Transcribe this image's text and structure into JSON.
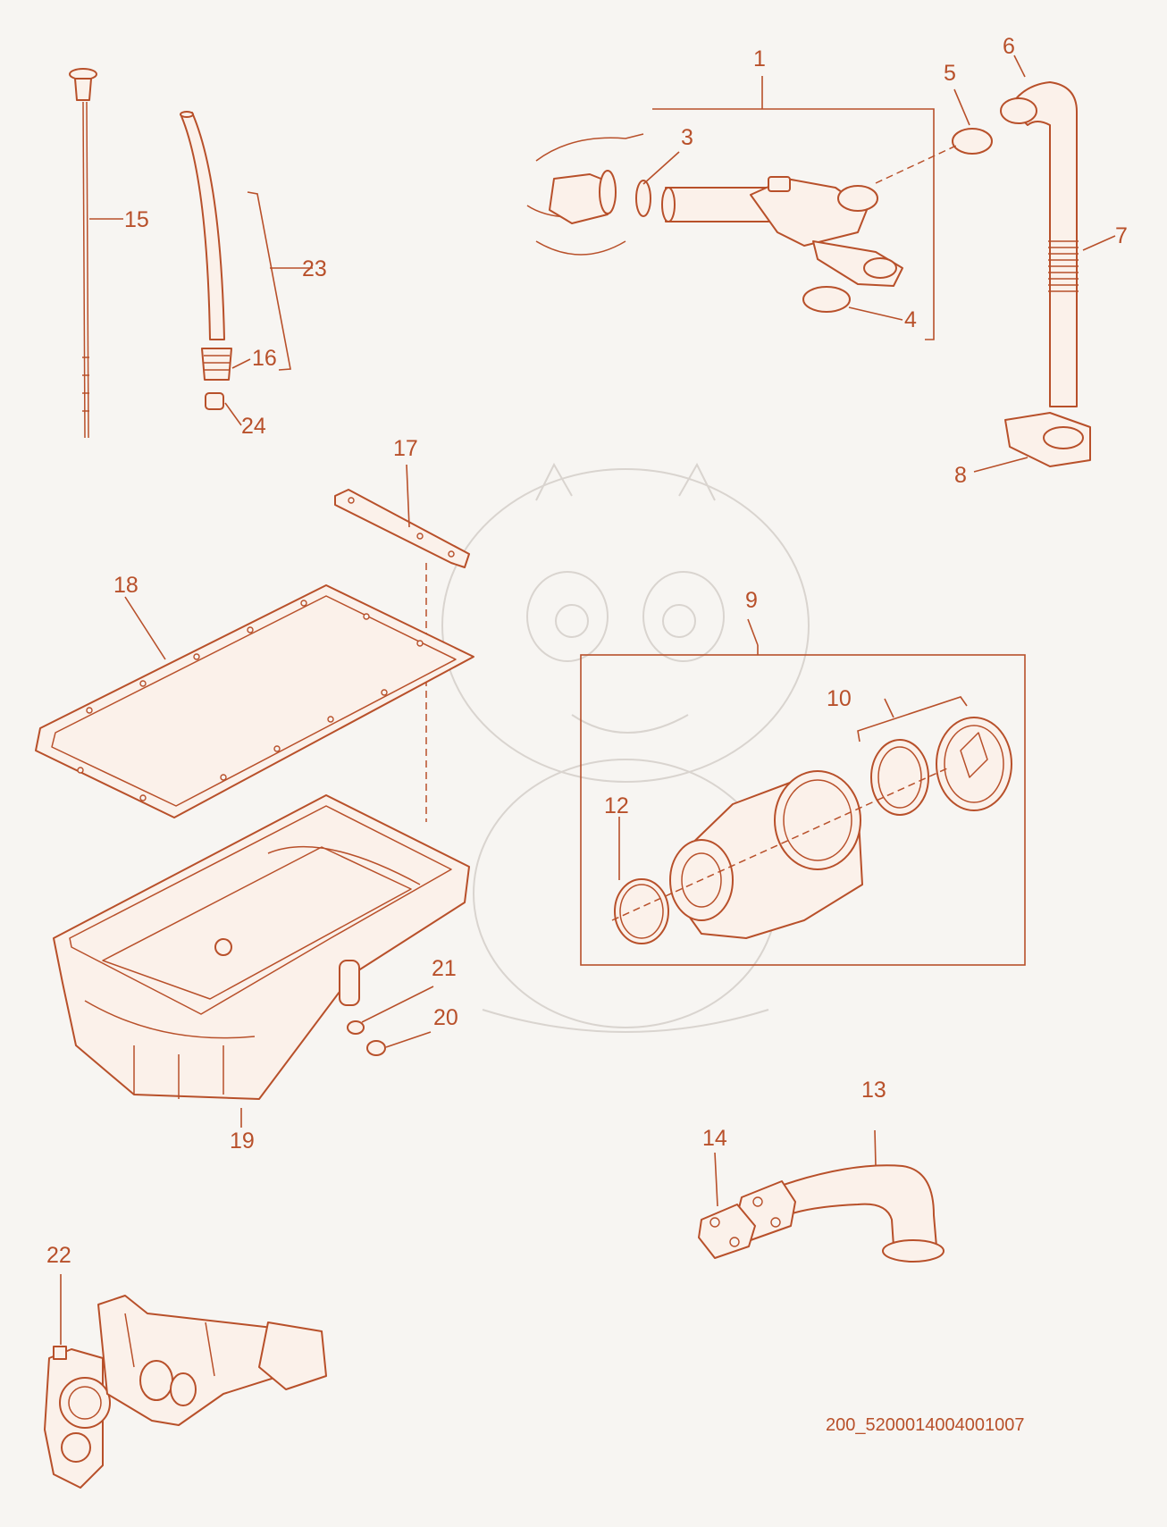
{
  "diagram": {
    "accent_color": "#b8502a",
    "background_color": "#f7f5f2",
    "callouts": [
      "1",
      "3",
      "4",
      "5",
      "6",
      "7",
      "8",
      "9",
      "10",
      "12",
      "13",
      "14",
      "15",
      "16",
      "17",
      "18",
      "19",
      "20",
      "21",
      "22",
      "23",
      "24"
    ],
    "drawing_code": "200_5200014004001007"
  }
}
